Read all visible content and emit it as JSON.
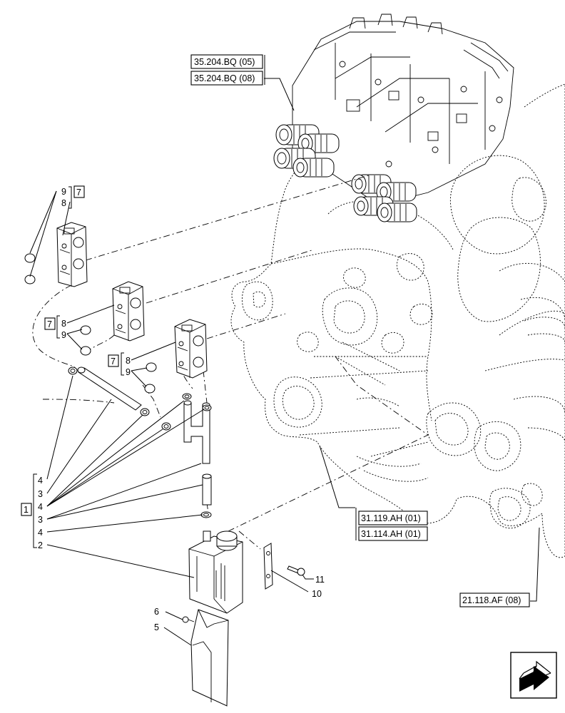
{
  "references": {
    "ref_35_204_bq_05": "35.204.BQ (05)",
    "ref_35_204_bq_08": "35.204.BQ (08)",
    "ref_31_119_ah_01": "31.119.AH (01)",
    "ref_31_114_ah_01": "31.114.AH (01)",
    "ref_21_118_af_08": "21.118.AF (08)"
  },
  "callouts": {
    "c1": {
      "group": "7",
      "top": "9",
      "bottom": "8"
    },
    "c2": {
      "group": "7",
      "top": "8",
      "bottom": "9"
    },
    "c3": {
      "group": "7",
      "top": "8",
      "bottom": "9"
    }
  },
  "kit": {
    "label": "1",
    "items": [
      "4",
      "3",
      "4",
      "3",
      "4",
      "2"
    ]
  },
  "parts": {
    "p5": "5",
    "p6": "6",
    "p10": "10",
    "p11": "11"
  },
  "colors": {
    "line": "#000000",
    "background": "#ffffff"
  },
  "icons": {
    "navigation": "next-page-arrow-icon"
  }
}
